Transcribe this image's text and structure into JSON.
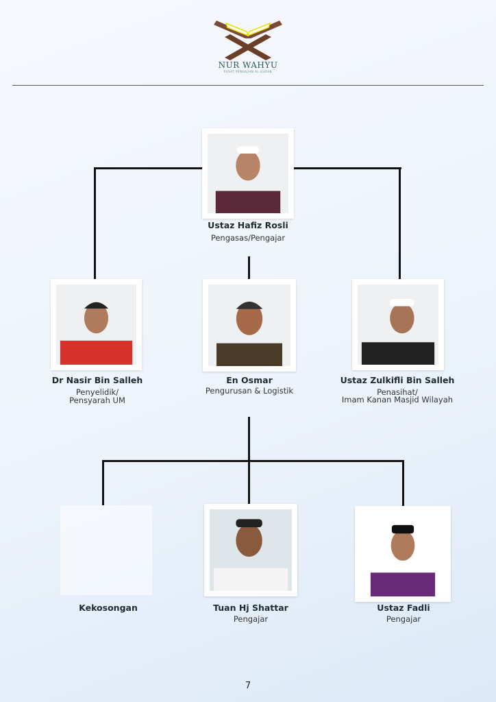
{
  "logo": {
    "title": "NUR WAHYU",
    "subtitle": "PUSAT PENGAJIAN AL-QURAN"
  },
  "members": [
    {
      "name": "Ustaz Hafiz Rosli",
      "role": [
        "Pengasas/Pengajar"
      ],
      "shirt": "#5a2a3a"
    },
    {
      "name": "Dr Nasir Bin Salleh",
      "role": [
        "Penyelidik/",
        "Pensyarah UM"
      ],
      "shirt": "#d8322c"
    },
    {
      "name": "En Osmar",
      "role": [
        "Pengurusan & Logistik"
      ],
      "shirt": "#4a3a28"
    },
    {
      "name": "Ustaz Zulkifli Bin Salleh",
      "role": [
        "Penasihat/",
        "Imam Kanan Masjid Wilayah"
      ],
      "shirt": "#222"
    },
    {
      "name": "Kekosongan",
      "role": []
    },
    {
      "name": "Tuan Hj Shattar",
      "role": [
        "Pengajar"
      ],
      "shirt": "#f0f0f0"
    },
    {
      "name": "Ustaz Fadli",
      "role": [
        "Pengajar"
      ],
      "shirt": "#6a2a7a"
    }
  ],
  "page_number": "7"
}
